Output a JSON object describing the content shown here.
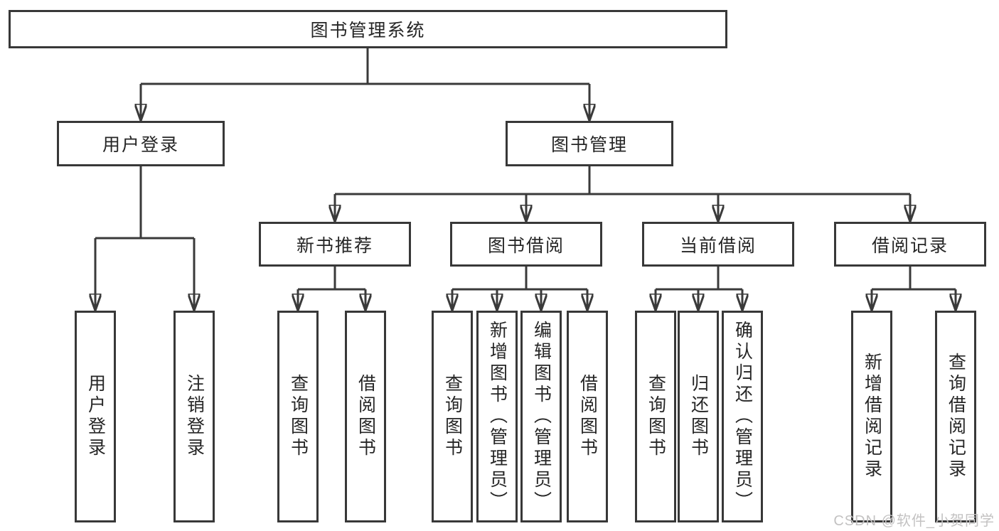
{
  "colors": {
    "background": "#ffffff",
    "line": "#3a3a3a",
    "box_border": "#383838",
    "text": "#262626",
    "watermark": "#c3c2c2"
  },
  "tree": {
    "label": "图书管理系统",
    "children": [
      {
        "label": "用户登录",
        "children": [
          {
            "label": "用户登录"
          },
          {
            "label": "注销登录"
          }
        ]
      },
      {
        "label": "图书管理",
        "children": [
          {
            "label": "新书推荐",
            "children": [
              {
                "label": "查询图书"
              },
              {
                "label": "借阅图书"
              }
            ]
          },
          {
            "label": "图书借阅",
            "children": [
              {
                "label": "查询图书"
              },
              {
                "label": "新增图书（管理员）"
              },
              {
                "label": "编辑图书（管理员）"
              },
              {
                "label": "借阅图书"
              }
            ]
          },
          {
            "label": "当前借阅",
            "children": [
              {
                "label": "查询图书"
              },
              {
                "label": "归还图书"
              },
              {
                "label": "确认归还（管理员）"
              }
            ]
          },
          {
            "label": "借阅记录",
            "children": [
              {
                "label": "新增借阅记录"
              },
              {
                "label": "查询借阅记录"
              }
            ]
          }
        ]
      }
    ]
  },
  "watermark": {
    "text": "CSDN @软件_小贺同学"
  }
}
